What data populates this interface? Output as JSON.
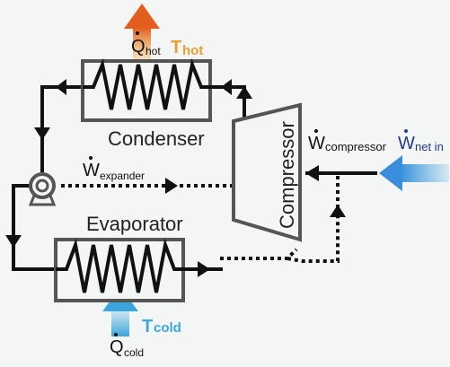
{
  "components": {
    "condenser": "Condenser",
    "evaporator": "Evaporator",
    "compressor": "Compressor"
  },
  "labels": {
    "q_hot_symbol": "Q",
    "q_hot_sub": "hot",
    "t_hot": "T",
    "t_hot_sub": "hot",
    "q_cold_symbol": "Q",
    "q_cold_sub": "cold",
    "t_cold": "T",
    "t_cold_sub": "cold",
    "w_expander_symbol": "W",
    "w_expander_sub": "expander",
    "w_compressor_symbol": "W",
    "w_compressor_sub": "compressor",
    "w_net_symbol": "W",
    "w_net_sub": "net in"
  },
  "colors": {
    "hot": "#e8a030",
    "hot_arrow": "#e35e1e",
    "cold": "#3aa6dc",
    "net_in": "#1e3c8c",
    "line": "#111111",
    "box_stroke": "#555555"
  },
  "icons": {
    "expander": "expander-turbine-icon",
    "heat_out": "heat-out-arrow-icon",
    "heat_in": "heat-in-arrow-icon",
    "work_in": "work-in-arrow-icon"
  }
}
